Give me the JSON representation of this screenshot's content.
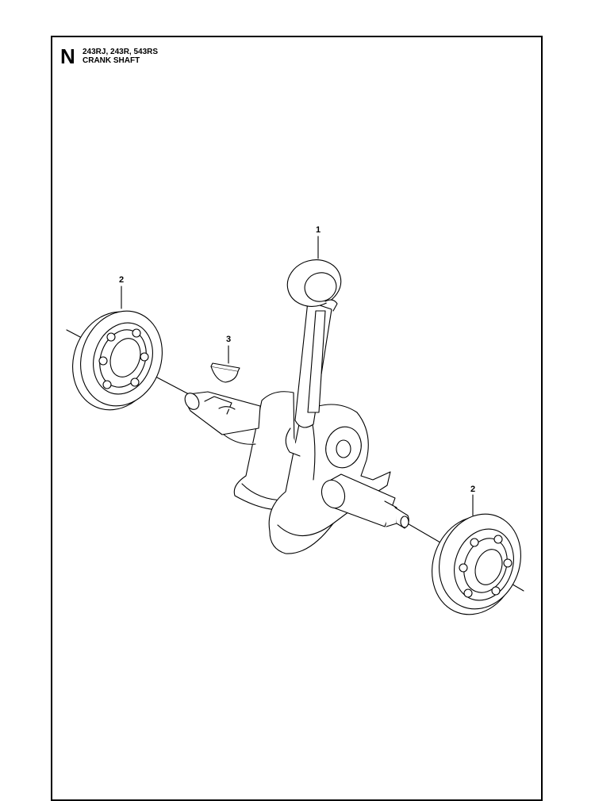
{
  "header": {
    "section_letter": "N",
    "models": "243RJ, 243R, 543RS",
    "title": "CRANK SHAFT"
  },
  "callouts": [
    {
      "id": "callout-1",
      "label": "1"
    },
    {
      "id": "callout-2-left",
      "label": "2"
    },
    {
      "id": "callout-3",
      "label": "3"
    },
    {
      "id": "callout-2-right",
      "label": "2"
    }
  ]
}
